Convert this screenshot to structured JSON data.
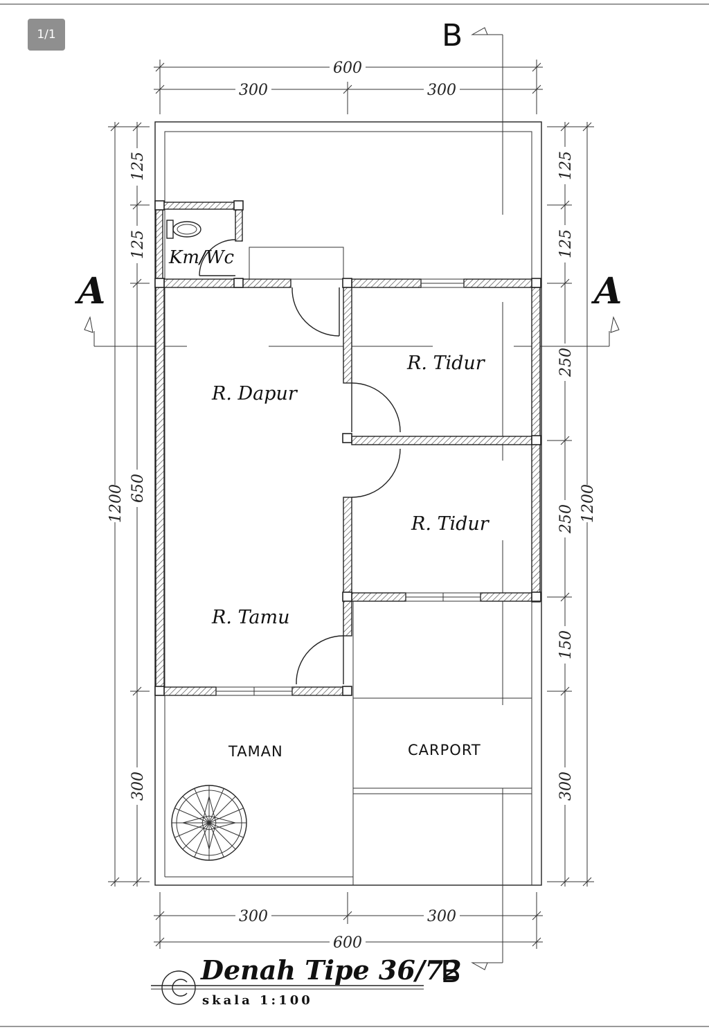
{
  "viewer": {
    "page_counter": "1/1"
  },
  "dimensions": {
    "top_total": "600",
    "top_left": "300",
    "top_right": "300",
    "bottom_left": "300",
    "bottom_right": "300",
    "bottom_total": "600",
    "left_total": "1200",
    "left_125a": "125",
    "left_125b": "125",
    "left_650": "650",
    "left_300": "300",
    "right_total": "1200",
    "right_125a": "125",
    "right_125b": "125",
    "right_250a": "250",
    "right_250b": "250",
    "right_150": "150",
    "right_300": "300"
  },
  "rooms": {
    "kmwc": "Km/Wc",
    "dapur": "R. Dapur",
    "tidur1": "R. Tidur",
    "tidur2": "R. Tidur",
    "tamu": "R. Tamu",
    "taman": "TAMAN",
    "carport": "CARPORT"
  },
  "section_marks": {
    "a_left": "A",
    "a_right": "A",
    "b_top": "B",
    "b_bottom": "B"
  },
  "title_block": {
    "title": "Denah Tipe 36/72",
    "scale": "skala 1:100"
  }
}
